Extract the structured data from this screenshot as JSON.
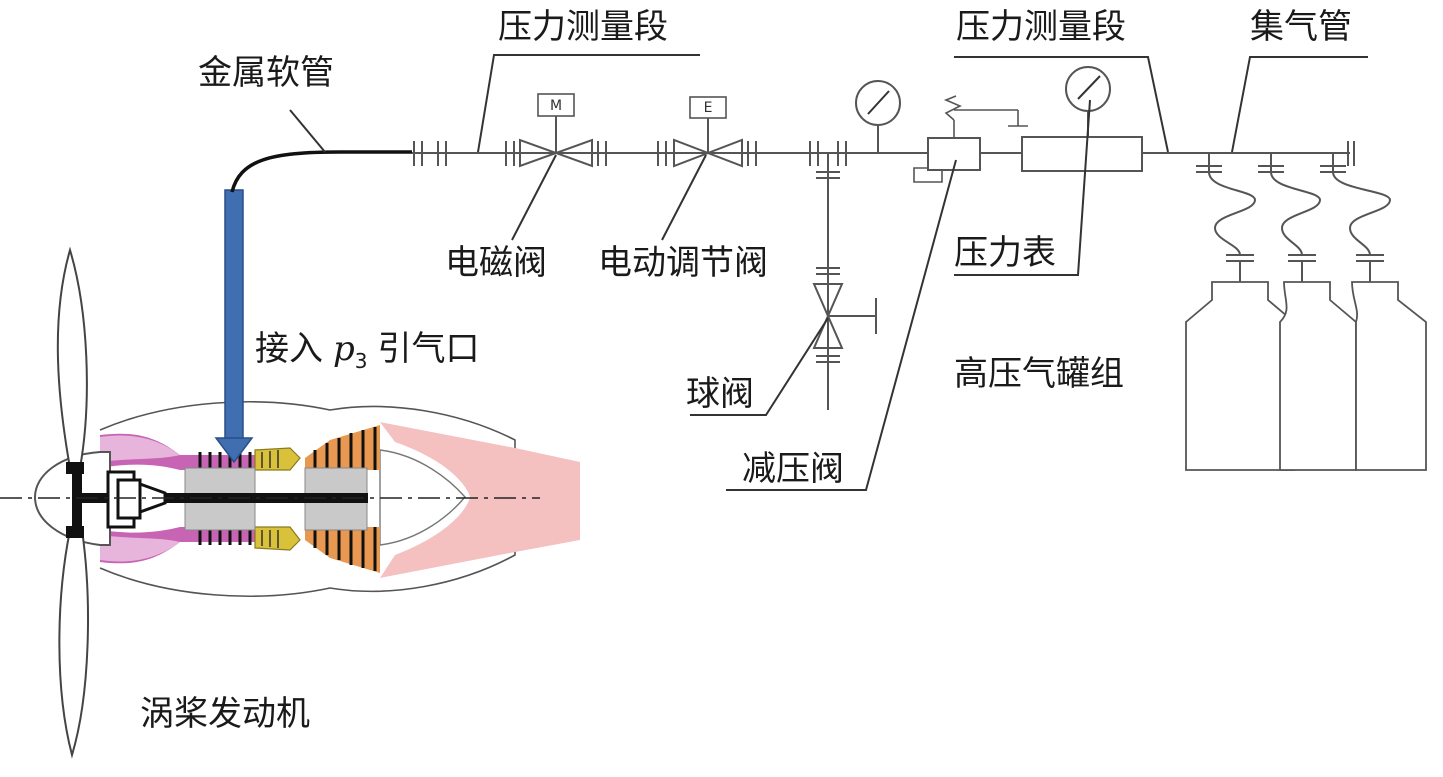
{
  "labels": {
    "pressure_section_1": "压力测量段",
    "pressure_section_2": "压力测量段",
    "manifold": "集气管",
    "metal_hose": "金属软管",
    "solenoid_valve": "电磁阀",
    "electric_valve": "电动调节阀",
    "pressure_gauge": "压力表",
    "inlet_prefix": "接入",
    "inlet_symbol": "p",
    "inlet_sub": "3",
    "inlet_suffix": "引气口",
    "ball_valve": "球阀",
    "tank_group": "高压气罐组",
    "reducing_valve": "减压阀",
    "engine": "涡桨发动机"
  },
  "actuators": {
    "solenoid": "M",
    "electric": "E"
  },
  "colors": {
    "pipe": "#555555",
    "bleed_tube": "#3f6fb0",
    "bleed_tube_edge": "#2a4f85",
    "engine_outline": "#555555",
    "compressor_magenta": "#c864b4",
    "compressor_pink": "#e7b4dc",
    "combustor_yellow": "#d9c23a",
    "turbine_orange": "#e89850",
    "turbine_gray": "#c9c9c9",
    "exhaust_pink": "#f4c0c0",
    "shaft": "#111111"
  }
}
